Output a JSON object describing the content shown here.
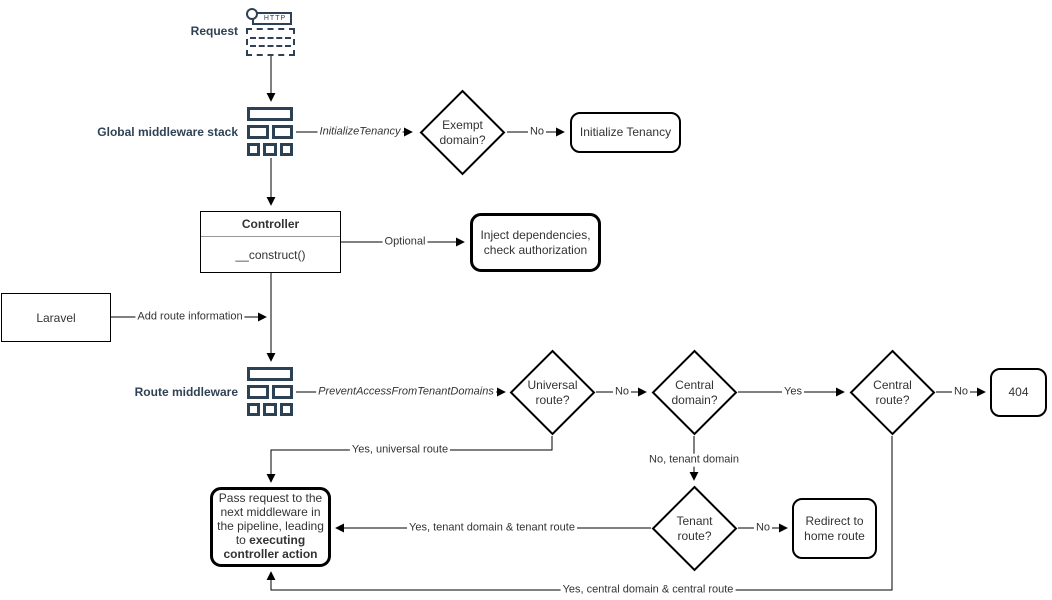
{
  "colors": {
    "label_navy": "#2f4255",
    "shape_border": "#000000",
    "icon_navy": "#2d4154",
    "text": "#333333",
    "background": "#ffffff"
  },
  "nodes": {
    "request": {
      "label": "Request",
      "icon": "http-request-icon",
      "http_text": "HTTP"
    },
    "global_middleware": {
      "label": "Global middleware stack",
      "icon": "middleware-stack-icon"
    },
    "exempt_domain": {
      "label": "Exempt domain?"
    },
    "initialize_tenancy": {
      "label": "Initialize Tenancy"
    },
    "controller": {
      "title": "Controller",
      "method": "__construct()"
    },
    "inject_dependencies": {
      "label": "Inject dependencies, check authorization"
    },
    "laravel": {
      "label": "Laravel"
    },
    "route_middleware": {
      "label": "Route middleware",
      "icon": "middleware-stack-icon"
    },
    "universal_route": {
      "label": "Universal route?"
    },
    "central_domain": {
      "label": "Central domain?"
    },
    "central_route": {
      "label": "Central route?"
    },
    "not_found": {
      "label": "404"
    },
    "pass_request": {
      "text_before": "Pass request to the next middleware in the pipeline, leading to ",
      "text_bold": "executing controller action"
    },
    "tenant_route": {
      "label": "Tenant route?"
    },
    "redirect_home": {
      "label": "Redirect to home route"
    }
  },
  "edge_labels": {
    "initialize_tenancy_mw": "InitializeTenancy",
    "exempt_no": "No",
    "optional": "Optional",
    "add_route_information": "Add route information",
    "prevent_access_mw": "PreventAccessFromTenantDomains",
    "universal_no": "No",
    "central_domain_yes": "Yes",
    "central_route_no": "No",
    "universal_yes": "Yes, universal route",
    "central_domain_no": "No, tenant domain",
    "tenant_no": "No",
    "tenant_yes": "Yes, tenant domain & tenant route",
    "central_route_yes": "Yes, central domain & central route"
  }
}
